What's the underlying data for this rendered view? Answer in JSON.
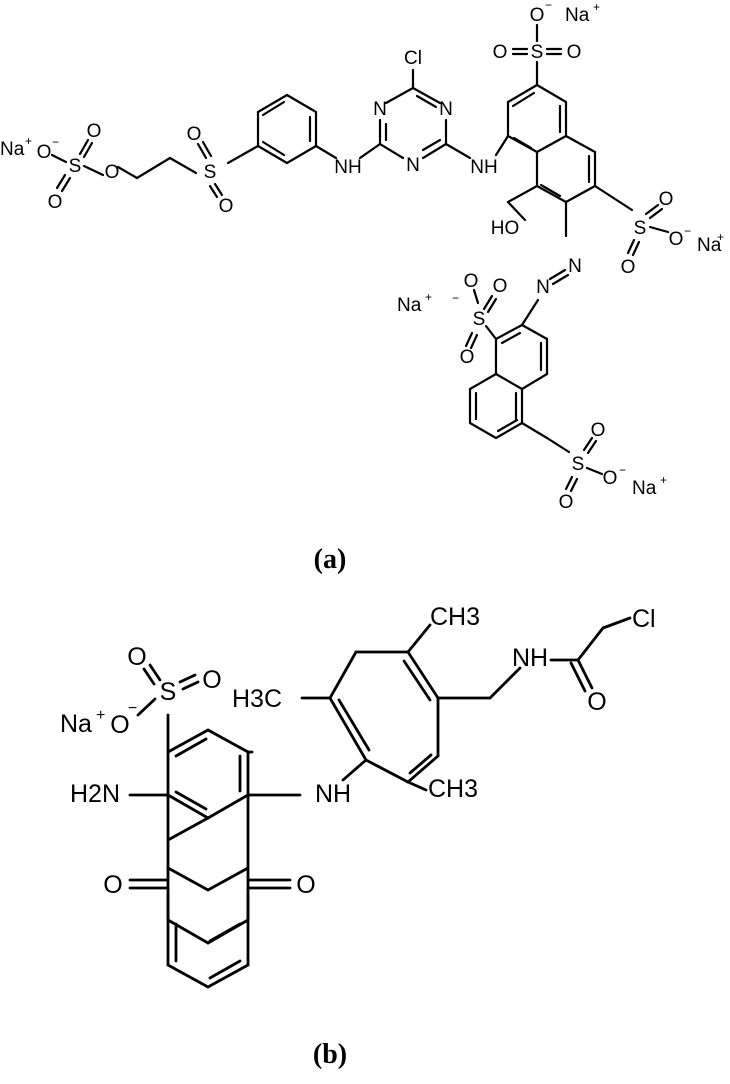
{
  "figure": {
    "panel_a": {
      "caption": "(a)",
      "atoms": {
        "cl": "Cl",
        "n1": "N",
        "n2": "N",
        "n3": "N",
        "nh_left": "NH",
        "nh_right": "NH",
        "ho": "HO",
        "azo_n1": "N",
        "azo_n2": "N",
        "s_sulfonyl": "S",
        "o_sulfonyl_top": "O",
        "o_sulfonyl_bottom": "O",
        "s_sulfate": "S",
        "o_sulfate_a": "O",
        "o_sulfate_b": "O",
        "o_sulfate_c": "O",
        "o_sulfate_ester": "O",
        "sulfate_na": "Na",
        "s_top": "S",
        "o_top_a": "O",
        "o_top_b": "O",
        "o_top_c": "O",
        "top_na": "Na",
        "s_right": "S",
        "o_right_a": "O",
        "o_right_b": "O",
        "o_right_c": "O",
        "right_na": "Na",
        "s_mid": "S",
        "o_mid_a": "O",
        "o_mid_b": "O",
        "o_mid_c": "O",
        "mid_na": "Na",
        "s_bottom": "S",
        "o_bottom_a": "O",
        "o_bottom_b": "O",
        "o_bottom_c": "O",
        "bottom_na": "Na"
      },
      "charges": {
        "plus": "+",
        "minus": "−"
      }
    },
    "panel_b": {
      "caption": "(b)",
      "atoms": {
        "na": "Na",
        "o_minus": "O",
        "s": "S",
        "o_a": "O",
        "o_b": "O",
        "h2n": "H2N",
        "nh_amine": "NH",
        "ch3_top": "CH3",
        "ch3_left": "H3C",
        "ch3_bottom": "CH3",
        "nh_amide": "NH",
        "o_amide": "O",
        "cl": "Cl",
        "o_quinone_left": "O",
        "o_quinone_right": "O"
      },
      "charges": {
        "plus": "+",
        "minus": "−"
      }
    }
  }
}
